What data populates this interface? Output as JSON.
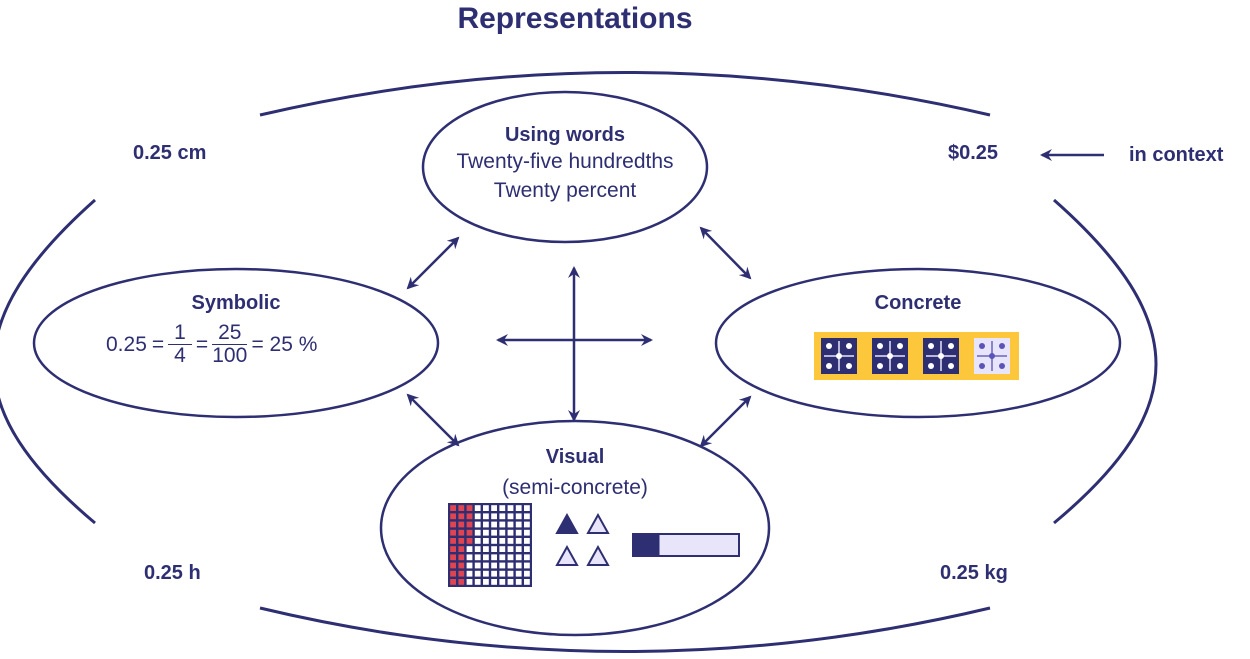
{
  "title": "Representations",
  "colors": {
    "ink": "#2e2e72",
    "red": "#e04450",
    "lavender": "#e8e4fa",
    "gold": "#fcc73a"
  },
  "corners": {
    "top_left": "0.25 cm",
    "top_right": "$0.25",
    "bottom_left": "0.25 h",
    "bottom_right": "0.25 kg",
    "context_label": "in context"
  },
  "words": {
    "heading": "Using words",
    "line1": "Twenty-five hundredths",
    "line2": "Twenty percent"
  },
  "symbolic": {
    "heading": "Symbolic",
    "decimal": "0.25",
    "eq": "=",
    "frac1_num": "1",
    "frac1_den": "4",
    "frac2_num": "25",
    "frac2_den": "100",
    "percent": "= 25 %"
  },
  "concrete": {
    "heading": "Concrete",
    "tiles": [
      {
        "state": "filled"
      },
      {
        "state": "filled"
      },
      {
        "state": "filled"
      },
      {
        "state": "empty"
      }
    ]
  },
  "visual": {
    "heading": "Visual",
    "subheading": "(semi-concrete)",
    "grid": {
      "rows": 10,
      "cols": 10,
      "shaded": 25
    },
    "triangles": [
      {
        "state": "filled"
      },
      {
        "state": "empty"
      },
      {
        "state": "empty"
      },
      {
        "state": "empty"
      }
    ],
    "bar_fraction": 0.25
  }
}
